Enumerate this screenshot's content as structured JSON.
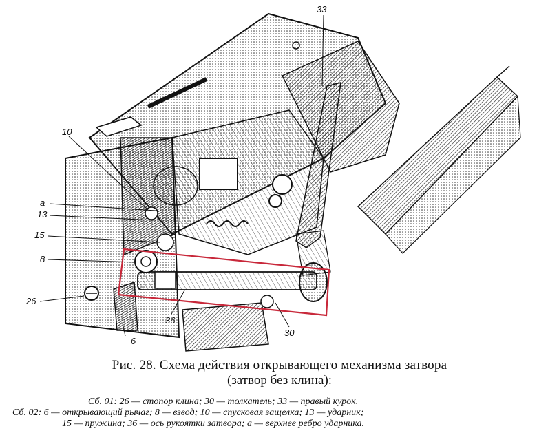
{
  "figure": {
    "labels": {
      "l33": "33",
      "l10": "10",
      "la": "a",
      "l13": "13",
      "l15": "15",
      "l8": "8",
      "l26": "26",
      "l36": "36",
      "l6": "6",
      "l30": "30"
    },
    "highlight_color": "#c8283a",
    "ink_color": "#1a1a1a"
  },
  "caption": {
    "title": "Рис. 28. Схема действия открывающего механизма затвора",
    "subtitle": "(затвор без клина):",
    "legend_line1": "Сб. 01: 26 — стопор клина; 30 — толкатель; 33 — правый курок.",
    "legend_line2": "Сб. 02: 6 — открывающий рычаг; 8 — взвод; 10 — спусковая защелка; 13 — ударник;",
    "legend_line3": "15 — пружина; 36 — ось рукоятки затвора; а — верхнее ребро ударника."
  }
}
